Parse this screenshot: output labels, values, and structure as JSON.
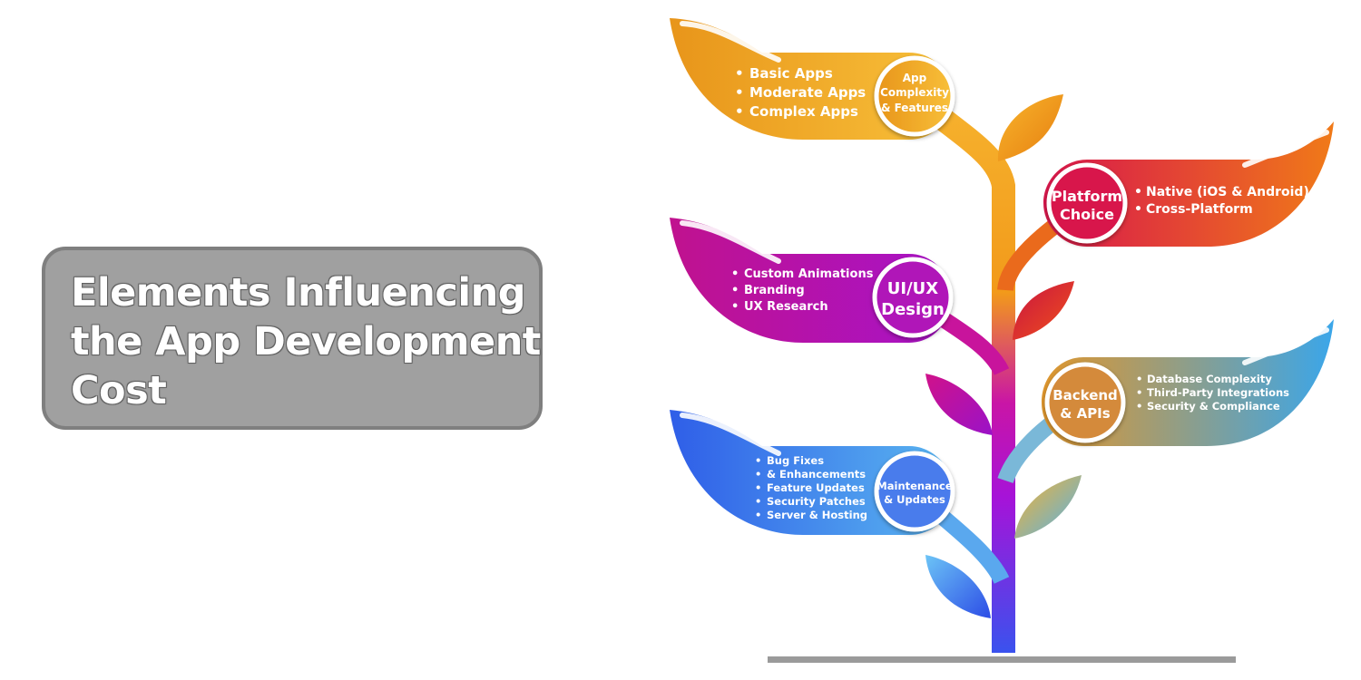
{
  "title": "Elements Influencing the App Development Cost",
  "branches": [
    {
      "id": "complexity",
      "label_lines": [
        "App",
        "Complexity",
        "& Features"
      ],
      "items": [
        "Basic Apps",
        "Moderate Apps",
        "Complex Apps"
      ],
      "color_from": "#e8951a",
      "color_to": "#f8c03a"
    },
    {
      "id": "platform",
      "label_lines": [
        "Platform",
        "Choice"
      ],
      "items": [
        "Native (iOS & Android)",
        "Cross-Platform"
      ],
      "color_from": "#d8164c",
      "color_to": "#f07a18"
    },
    {
      "id": "uiux",
      "label_lines": [
        "UI/UX",
        "Design"
      ],
      "items": [
        "Custom Animations",
        "Branding",
        "UX Research"
      ],
      "color_from": "#c0128e",
      "color_to": "#a813c8"
    },
    {
      "id": "backend",
      "label_lines": [
        "Backend",
        "& APIs"
      ],
      "items": [
        "Database Complexity",
        "Third-Party Integrations",
        "Security & Compliance"
      ],
      "color_from": "#e0962c",
      "color_to": "#3aa6ea"
    },
    {
      "id": "maintenance",
      "label_lines": [
        "Maintenance",
        "& Updates"
      ],
      "items": [
        "Bug Fixes",
        "& Enhancements",
        "Feature Updates",
        "Security Patches",
        "Server & Hosting"
      ],
      "color_from": "#2f5ee8",
      "color_to": "#5ab6f0"
    }
  ]
}
